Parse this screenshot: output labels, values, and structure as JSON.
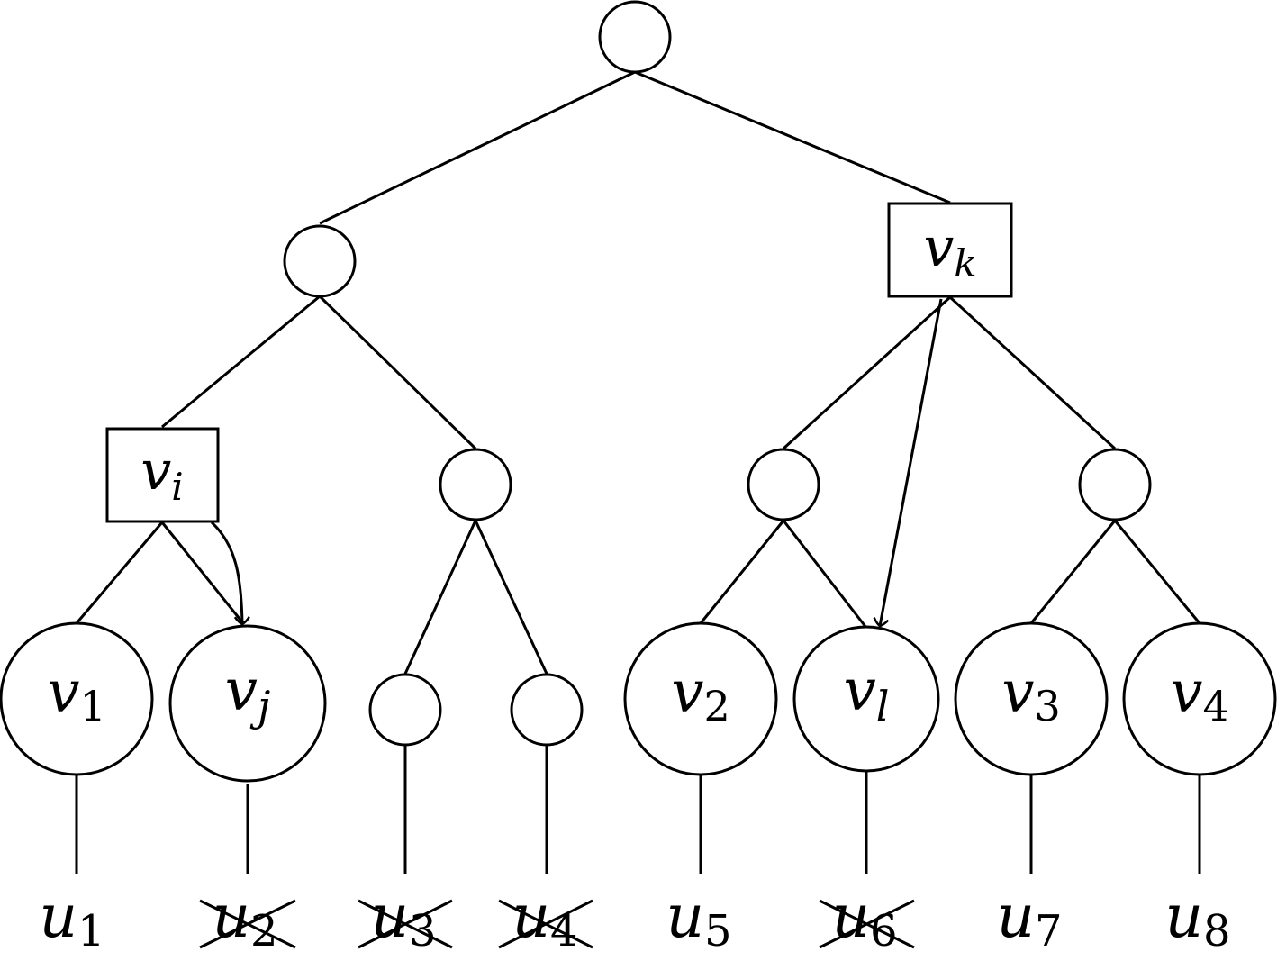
{
  "nodes": {
    "vk": {
      "base": "v",
      "sub": "k",
      "sub_italic": true
    },
    "vi": {
      "base": "v",
      "sub": "i",
      "sub_italic": true
    },
    "v1": {
      "base": "v",
      "sub": "1",
      "sub_italic": false
    },
    "vj": {
      "base": "v",
      "sub": "j",
      "sub_italic": true
    },
    "v2": {
      "base": "v",
      "sub": "2",
      "sub_italic": false
    },
    "vl": {
      "base": "v",
      "sub": "l",
      "sub_italic": true
    },
    "v3": {
      "base": "v",
      "sub": "3",
      "sub_italic": false
    },
    "v4": {
      "base": "v",
      "sub": "4",
      "sub_italic": false
    }
  },
  "leaves": [
    {
      "base": "u",
      "sub": "1",
      "crossed": false
    },
    {
      "base": "u",
      "sub": "2",
      "crossed": true
    },
    {
      "base": "u",
      "sub": "3",
      "crossed": true
    },
    {
      "base": "u",
      "sub": "4",
      "crossed": true
    },
    {
      "base": "u",
      "sub": "5",
      "crossed": false
    },
    {
      "base": "u",
      "sub": "6",
      "crossed": true
    },
    {
      "base": "u",
      "sub": "7",
      "crossed": false
    },
    {
      "base": "u",
      "sub": "8",
      "crossed": false
    }
  ]
}
